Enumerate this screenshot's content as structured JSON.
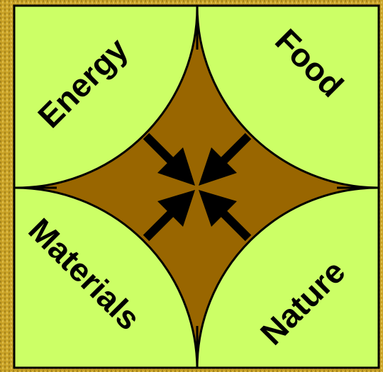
{
  "colors": {
    "background": "#c9a227",
    "panel": "#ccff66",
    "center": "#996600",
    "stroke": "#000000"
  },
  "quadrants": [
    {
      "id": "energy",
      "label": "Energy"
    },
    {
      "id": "food",
      "label": "Food"
    },
    {
      "id": "materials",
      "label": "Materials"
    },
    {
      "id": "nature",
      "label": "Nature"
    }
  ]
}
